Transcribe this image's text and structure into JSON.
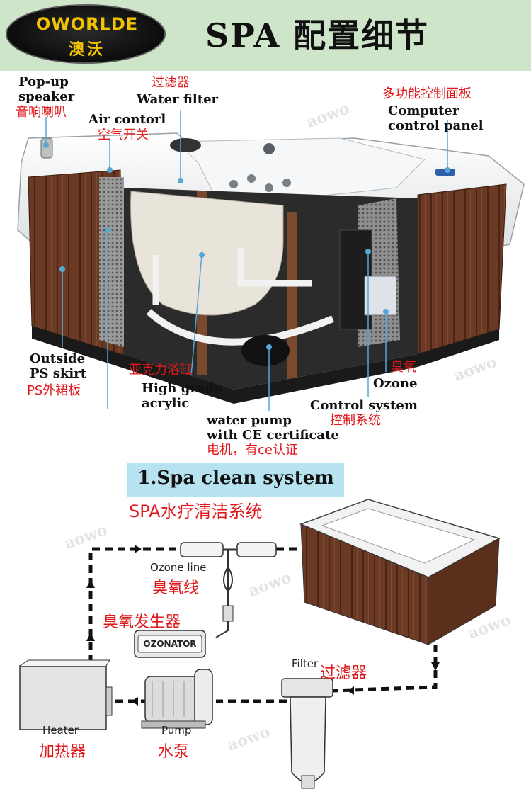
{
  "header": {
    "logo_text": "OWORLDE",
    "logo_cn": "澳沃",
    "title": "SPA 配置细节"
  },
  "callouts": [
    {
      "id": "speaker",
      "en": "Pop-up\nspeaker",
      "cn": "音响喇叭"
    },
    {
      "id": "air",
      "en": "Air contorl",
      "cn": "空气开关"
    },
    {
      "id": "filter",
      "en": "Water filter",
      "cn": "过滤器"
    },
    {
      "id": "panel",
      "en": "Computer\ncontrol panel",
      "cn": "多功能控制面板"
    },
    {
      "id": "skirt",
      "en": "Outside\nPS skirt",
      "cn": "PS外裙板"
    },
    {
      "id": "acrylic",
      "en": "High grade\nacrylic",
      "cn": "亚克力浴缸"
    },
    {
      "id": "pump",
      "en": "water pump\nwith CE certificate",
      "cn": "电机，有ce认证"
    },
    {
      "id": "ozone",
      "en": "Ozone",
      "cn": "臭氧"
    },
    {
      "id": "control",
      "en": "Control system",
      "cn": "控制系统"
    }
  ],
  "watermark": "aowo",
  "system": {
    "title": "1.Spa clean system",
    "subtitle": "SPA水疗清洁系统",
    "ozone_line_en": "Ozone line",
    "ozone_line_cn": "臭氧线",
    "ozonator_cn": "臭氧发生器",
    "ozonator_label": "OZONATOR",
    "filter_en": "Filter",
    "filter_cn": "过滤器",
    "heater_en": "Heater",
    "heater_cn": "加热器",
    "pump_en": "Pump",
    "pump_cn": "水泵"
  },
  "colors": {
    "header_bg": "#cfe5c9",
    "logo_gold": "#f2c300",
    "label_red": "#e0181b",
    "banner_blue": "#b7e2ef",
    "wood": "#6b3a24",
    "acrylic": "#eef0f2"
  }
}
